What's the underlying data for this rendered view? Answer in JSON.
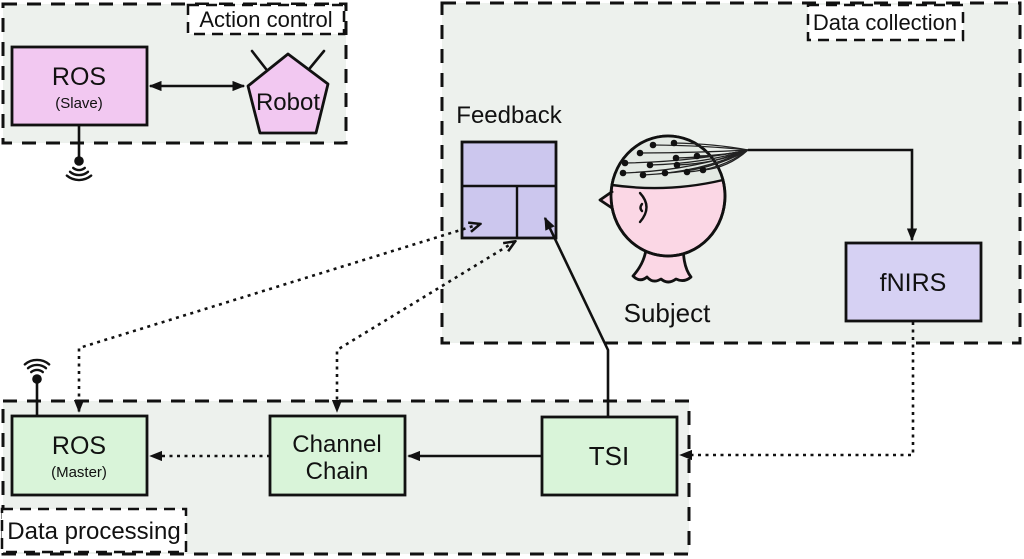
{
  "sections": {
    "action_control": {
      "label": "Action control"
    },
    "data_collection": {
      "label": "Data collection"
    },
    "data_processing": {
      "label": "Data processing"
    }
  },
  "nodes": {
    "ros_slave": {
      "title": "ROS",
      "subtitle": "(Slave)"
    },
    "robot": {
      "label": "Robot"
    },
    "feedback": {
      "label": "Feedback"
    },
    "subject": {
      "label": "Subject"
    },
    "fnirs": {
      "label": "fNIRS"
    },
    "tsi": {
      "label": "TSI"
    },
    "channel_chain": {
      "label_line1": "Channel",
      "label_line2": "Chain"
    },
    "ros_master": {
      "title": "ROS",
      "subtitle": "(Master)"
    }
  },
  "edges": [
    {
      "from": "ros_slave",
      "to": "robot",
      "style": "solid",
      "bidirectional": true
    },
    {
      "from": "subject_cap",
      "to": "fnirs",
      "style": "solid"
    },
    {
      "from": "fnirs",
      "to": "tsi",
      "style": "dotted"
    },
    {
      "from": "tsi",
      "to": "channel_chain",
      "style": "solid"
    },
    {
      "from": "channel_chain",
      "to": "ros_master",
      "style": "dotted"
    },
    {
      "from": "tsi",
      "to": "feedback",
      "style": "solid"
    },
    {
      "from": "ros_master",
      "to": "feedback",
      "style": "dotted",
      "bidirectional": true
    },
    {
      "from": "feedback",
      "to": "channel_chain",
      "style": "dotted",
      "bidirectional": true
    }
  ],
  "icons": {
    "ros_slave_antenna": "wifi-antenna",
    "ros_master_antenna": "wifi-antenna"
  },
  "colors": {
    "section_bg": "#edf1ed",
    "label_bg": "#ffffff",
    "pink_node": "#f2c8f1",
    "lavender_node": "#ccc7ee",
    "lavender_light": "#d6d1f3",
    "green_node": "#d9f4d9",
    "skin": "#fbd7e5",
    "cap": "#e3e9e3",
    "line": "#111111"
  }
}
